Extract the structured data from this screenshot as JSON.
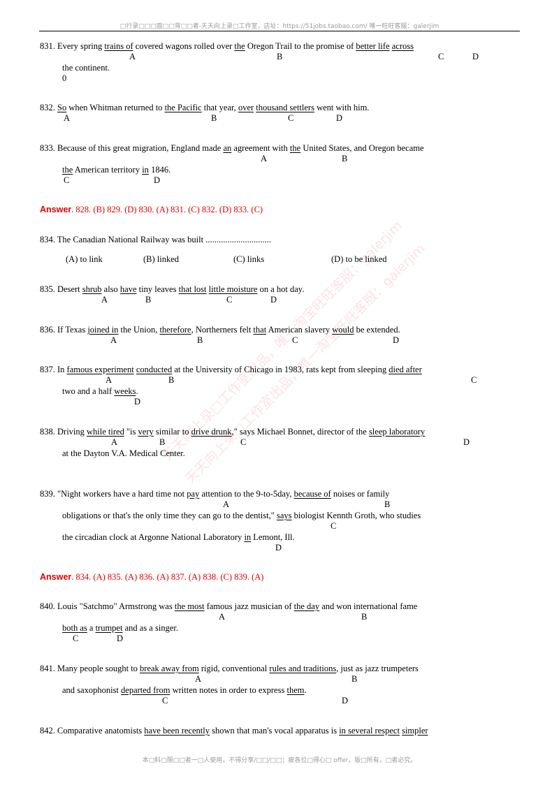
{
  "header": "□行录□□□面□□背□□者-天天向上录□工作室，店址：https://51jobs.taobao.com/ 唯一旺旺客服：galerjim",
  "footer": "本□料□限□□者一□人使用，不得分享/□□/□□；疲各位□得心□ offer，版□所有，□者必究。",
  "watermark": {
    "line1": "天天向上录□工作室出品，唯一淘宝旺旺客服：galerjim",
    "line2": "天天向上录□工作室出品，唯一淘宝旺旺客服：galerjim"
  },
  "q831": {
    "n": "831.",
    "a1": " Every spring ",
    "u1": "trains of",
    "a2": " covered wagons rolled over ",
    "u2": "the",
    "a3": " Oregon Trail to the promise of ",
    "u3": "better life",
    "a4": " ",
    "u4": "across",
    "la": "A",
    "lb": "B",
    "lc": "C",
    "ld": "D",
    "line2": "the continent.",
    "line3": "0"
  },
  "q832": {
    "n": "832.",
    "u1": "So",
    "a1": " when Whitman returned to ",
    "u2": "the Pacific",
    "a2": " that year, ",
    "u3": "over",
    "a3": " ",
    "u4": "thousand settlers",
    "a4": " went with him.",
    "la": "A",
    "lb": "B",
    "lc": "C",
    "ld": "D"
  },
  "q833": {
    "n": "833.",
    "a1": " Because of this great migration, England made ",
    "u1": "an",
    "a2": " agreement with ",
    "u2": "the",
    "a3": " United States, and Oregon became",
    "la": "A",
    "lb": "B",
    "u3": "the",
    "b1": " American territory ",
    "u4": "in",
    "b2": " 1846.",
    "lc": "C",
    "ld": "D"
  },
  "answer1": {
    "label": "Answer",
    "text": ". 828. (B)    829. (D)    830. (A)    831. (C)    832. (D)    833. (C)"
  },
  "q834": {
    "n": "834.",
    "stem": " The Canadian National Railway was built ..............................",
    "oa": "(A) to link",
    "ob": "(B) linked",
    "oc": "(C) links",
    "od": "(D) to be linked"
  },
  "q835": {
    "n": "835.",
    "a1": " Desert ",
    "u1": "shrub",
    "a2": " also ",
    "u2": "have",
    "a3": " tiny leaves ",
    "u3": "that lost",
    "a4": " ",
    "u4": "little moisture",
    "a5": " on a hot day.",
    "la": "A",
    "lb": "B",
    "lc": "C",
    "ld": "D"
  },
  "q836": {
    "n": "836.",
    "a1": " If Texas ",
    "u1": "joined in",
    "a2": " the Union, ",
    "u2": "therefore",
    "a3": ", Northerners felt ",
    "u3": "that",
    "a4": " American slavery ",
    "u4": "would",
    "a5": " be extended.",
    "la": "A",
    "lb": "B",
    "lc": "C",
    "ld": "D"
  },
  "q837": {
    "n": "837.",
    "a1": " In ",
    "u1": "famous experiment",
    "a2": " ",
    "u2": "conducted",
    "a3": " at the University of Chicago in 1983, rats kept from sleeping ",
    "u3": "died after",
    "la": "A",
    "lb": "B",
    "lc": "C",
    "b1": "two and a half ",
    "u4": "weeks",
    "b2": ".",
    "ld": "D"
  },
  "q838": {
    "n": "838.",
    "a1": " Driving ",
    "u1": "while tired",
    "a2": " \"is ",
    "u2": "very",
    "a3": " similar to ",
    "u3": "drive drunk",
    "a4": ",\" says Michael Bonnet, director of the ",
    "u4": "sleep laboratory",
    "la": "A",
    "lb": "B",
    "lc": "C",
    "ld": "D",
    "line2": "at the Dayton V.A. Medical Center."
  },
  "q839": {
    "n": "839.",
    "a1": " \"Night workers have a hard time not ",
    "u1": "pay",
    "a2": " attention to the 9-to-5day, ",
    "u2": "because of",
    "a3": " noises or family",
    "la": "A",
    "lb": "B",
    "b1": "obligations or that's the only time they can go to the dentist,\" ",
    "u3": "says",
    "b2": " biologist Kennth Groth, who studies",
    "lc": "C",
    "c1": "the circadian clock at Argonne National Laboratory ",
    "u4": "in",
    "c2": " Lemont, Ill.",
    "ld": "D"
  },
  "answer2": {
    "label": "Answer",
    "text": ". 834. (A)    835. (A)    836. (A)    837. (A)    838. (C)    839. (A)"
  },
  "q840": {
    "n": "840.",
    "a1": " Louis \"Satchmo\" Armstrong was ",
    "u1": "the most",
    "a2": " famous jazz musician of ",
    "u2": "the day",
    "a3": " and won international fame",
    "la": "A",
    "lb": "B",
    "u3": "both as",
    "b1": " a ",
    "u4": "trumpet",
    "b2": " and as a singer.",
    "lc": "C",
    "ld": "D"
  },
  "q841": {
    "n": "841.",
    "a1": " Many people sought to ",
    "u1": "break away from",
    "a2": " rigid, conventional ",
    "u2": "rules and traditions",
    "a3": ", just as jazz trumpeters",
    "la": "A",
    "lb": "B",
    "b1": "and saxophonist ",
    "u3": "departed from",
    "b2": " written notes in order to express ",
    "u4": "them",
    "b3": ".",
    "lc": "C",
    "ld": "D"
  },
  "q842": {
    "n": "842.",
    "a1": " Comparative anatomists ",
    "u1": "have been recently",
    "a2": " shown that man's vocal apparatus is ",
    "u2": "in several respect",
    "a3": " ",
    "u3": "simpler"
  }
}
